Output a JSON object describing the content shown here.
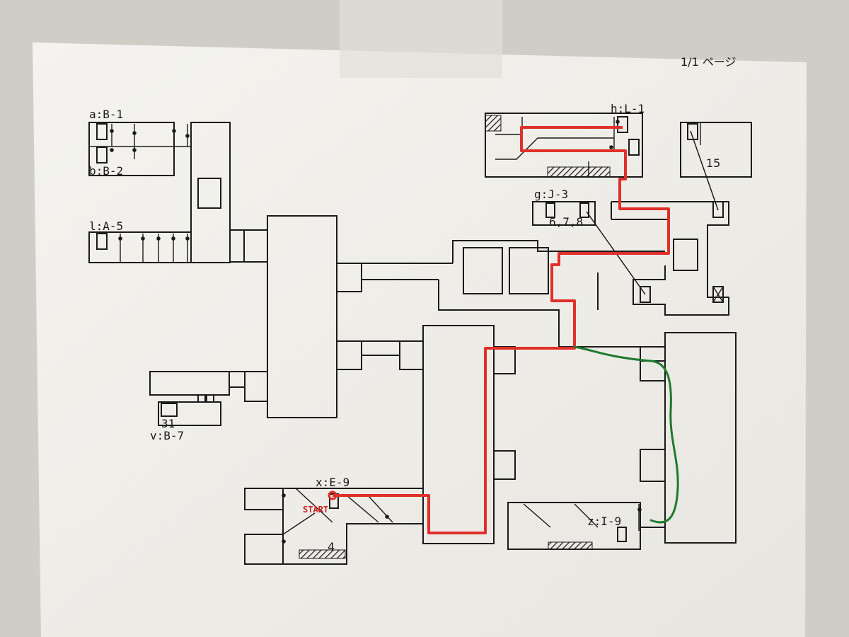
{
  "page": {
    "page_indicator": "1/1 ページ"
  },
  "labels": {
    "a": "a:B-1",
    "b": "b:B-2",
    "l": "l:A-5",
    "h": "h:L-1",
    "g": "g:J-3",
    "g_numbers": "6,7,8",
    "fifteen": "15",
    "v_num": "31",
    "v": "v:B-7",
    "x": "x:E-9",
    "start": "START",
    "four": "4",
    "z": "z:I-9"
  },
  "colors": {
    "paper": "#f1f0ec",
    "background": "#cfcdc6",
    "ink": "#1a1a1a",
    "route_red": "#e0302a",
    "route_green": "#1f7a2e"
  }
}
